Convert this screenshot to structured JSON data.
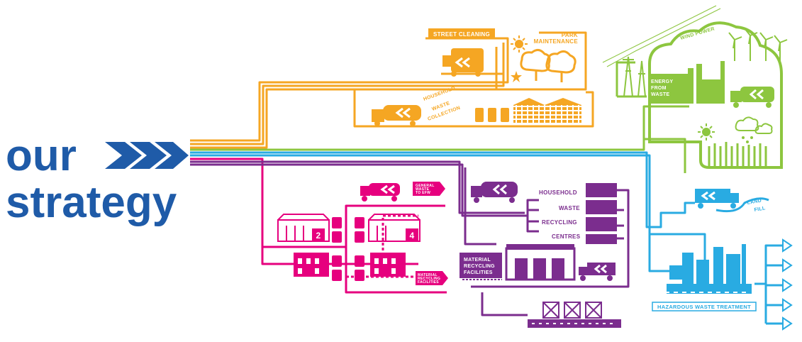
{
  "title": {
    "line1": "our",
    "line2": "strategy"
  },
  "colors": {
    "brand_blue": "#1f5ba8",
    "orange": "#f5a623",
    "green": "#8dc63f",
    "cyan": "#29abe2",
    "magenta": "#e6007e",
    "purple": "#7b2d8e"
  },
  "labels": {
    "street_cleaning": "STREET CLEANING",
    "park_line1": "PARK",
    "park_line2": "MAINTENANCE",
    "household_line1": "HOUSEHOLD",
    "household_line2": "WASTE",
    "household_line3": "COLLECTION",
    "wind_power": "WIND POWER",
    "efw_line1": "ENERGY",
    "efw_line2": "FROM",
    "efw_line3": "WASTE",
    "landfill_line1": "LAND",
    "landfill_line2": "FILL",
    "general_line1": "GENERAL",
    "general_line2": "WASTE",
    "general_line3": "TO EFW",
    "hwrc_line1": "HOUSEHOLD",
    "hwrc_line2": "WASTE",
    "hwrc_line3": "RECYCLING",
    "hwrc_line4": "CENTRES",
    "mrf_line1": "MATERIAL",
    "mrf_line2": "RECYCLING",
    "mrf_line3": "FACILITIES",
    "mrf_sign_line1": "MATERIAL",
    "mrf_sign_line2": "RECYCLING",
    "mrf_sign_line3": "FACILITIES",
    "hazardous": "HAZARDOUS WASTE TREATMENT",
    "building_num_2": "2",
    "building_num_4": "4"
  },
  "icons": [
    "chevron-arrows-icon",
    "sun-icon",
    "tree-icon",
    "cloud-icon",
    "wind-turbine-icon",
    "truck-icon",
    "bin-icon",
    "recycle-bin-icon",
    "building-icon",
    "crate-icon"
  ]
}
